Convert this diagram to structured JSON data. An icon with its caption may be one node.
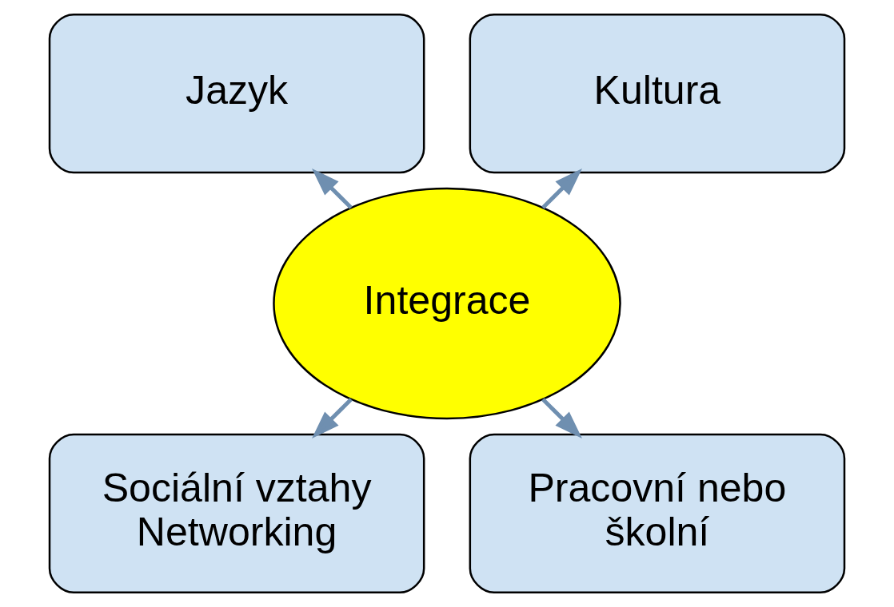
{
  "diagram": {
    "nodes": [
      {
        "text": [
          "Integrace"
        ]
      },
      {
        "text": [
          "Kultura"
        ]
      },
      {
        "text": [
          "Jazyk"
        ]
      },
      {
        "text": [
          "Sociální vztahy Networking"
        ]
      },
      {
        "text": [
          "Pracovní nebo školní"
        ]
      }
    ],
    "edges": [
      {
        "from": 0,
        "to": 1,
        "arrow": "to"
      },
      {
        "from": 0,
        "to": 2,
        "arrow": "to"
      },
      {
        "from": 0,
        "to": 3,
        "arrow": "to"
      },
      {
        "from": 0,
        "to": 4,
        "arrow": "to"
      }
    ]
  }
}
